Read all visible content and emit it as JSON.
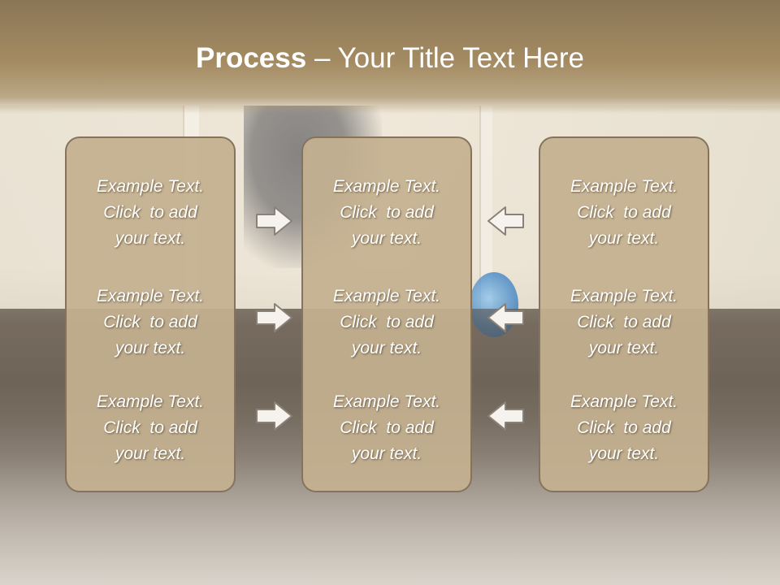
{
  "slide": {
    "title_bold": "Process",
    "title_rest": " – Your Title Text Here"
  },
  "columns": [
    {
      "items": [
        {
          "line1": "Example Text.",
          "line2": "Click  to add",
          "line3": "your text."
        },
        {
          "line1": "Example Text.",
          "line2": "Click  to add",
          "line3": "your text."
        },
        {
          "line1": "Example Text.",
          "line2": "Click  to add",
          "line3": "your text."
        }
      ]
    },
    {
      "items": [
        {
          "line1": "Example Text.",
          "line2": "Click  to add",
          "line3": "your text."
        },
        {
          "line1": "Example Text.",
          "line2": "Click  to add",
          "line3": "your text."
        },
        {
          "line1": "Example Text.",
          "line2": "Click  to add",
          "line3": "your text."
        }
      ]
    },
    {
      "items": [
        {
          "line1": "Example Text.",
          "line2": "Click  to add",
          "line3": "your text."
        },
        {
          "line1": "Example Text.",
          "line2": "Click  to add",
          "line3": "your text."
        },
        {
          "line1": "Example Text.",
          "line2": "Click  to add",
          "line3": "your text."
        }
      ]
    }
  ],
  "arrows": {
    "left_group": "arrow-right-icon",
    "right_group": "arrow-left-icon"
  },
  "colors": {
    "panel_fill": "#c4b090",
    "panel_border": "#85745b",
    "title_band": "#a48b62",
    "text": "#ffffff"
  }
}
